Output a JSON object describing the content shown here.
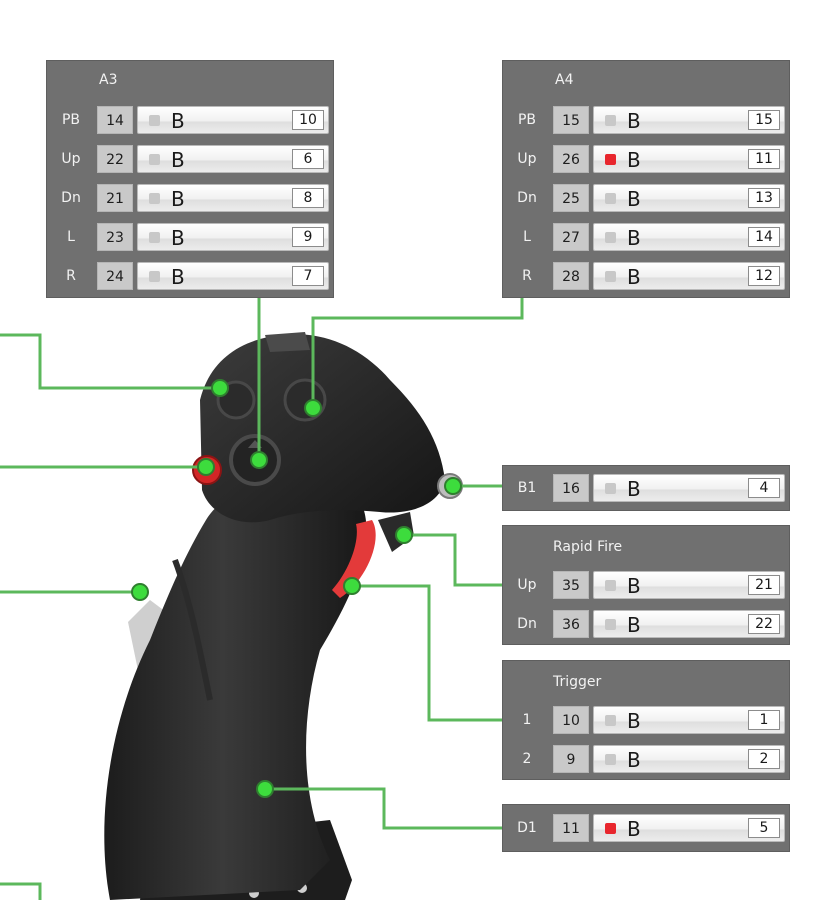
{
  "panels": {
    "a3": {
      "title": "A3",
      "rows": [
        {
          "label": "PB",
          "num": "14",
          "letter": "B",
          "value": "10",
          "active": false
        },
        {
          "label": "Up",
          "num": "22",
          "letter": "B",
          "value": "6",
          "active": false
        },
        {
          "label": "Dn",
          "num": "21",
          "letter": "B",
          "value": "8",
          "active": false
        },
        {
          "label": "L",
          "num": "23",
          "letter": "B",
          "value": "9",
          "active": false
        },
        {
          "label": "R",
          "num": "24",
          "letter": "B",
          "value": "7",
          "active": false
        }
      ]
    },
    "a4": {
      "title": "A4",
      "rows": [
        {
          "label": "PB",
          "num": "15",
          "letter": "B",
          "value": "15",
          "active": false
        },
        {
          "label": "Up",
          "num": "26",
          "letter": "B",
          "value": "11",
          "active": true
        },
        {
          "label": "Dn",
          "num": "25",
          "letter": "B",
          "value": "13",
          "active": false
        },
        {
          "label": "L",
          "num": "27",
          "letter": "B",
          "value": "14",
          "active": false
        },
        {
          "label": "R",
          "num": "28",
          "letter": "B",
          "value": "12",
          "active": false
        }
      ]
    },
    "b1": {
      "title": "",
      "rows": [
        {
          "label": "B1",
          "num": "16",
          "letter": "B",
          "value": "4",
          "active": false
        }
      ]
    },
    "rapid_fire": {
      "title": "Rapid Fire",
      "rows": [
        {
          "label": "Up",
          "num": "35",
          "letter": "B",
          "value": "21",
          "active": false
        },
        {
          "label": "Dn",
          "num": "36",
          "letter": "B",
          "value": "22",
          "active": false
        }
      ]
    },
    "trigger": {
      "title": "Trigger",
      "rows": [
        {
          "label": "1",
          "num": "10",
          "letter": "B",
          "value": "1",
          "active": false
        },
        {
          "label": "2",
          "num": "9",
          "letter": "B",
          "value": "2",
          "active": false
        }
      ]
    },
    "d1": {
      "title": "",
      "rows": [
        {
          "label": "D1",
          "num": "11",
          "letter": "B",
          "value": "5",
          "active": true
        }
      ]
    }
  },
  "colors": {
    "panel": "#707070",
    "connector": "#5cb85c",
    "hotspot": "#3ddc3d",
    "active_indicator": "#e8262d",
    "idle_indicator": "#c8c8c8"
  }
}
